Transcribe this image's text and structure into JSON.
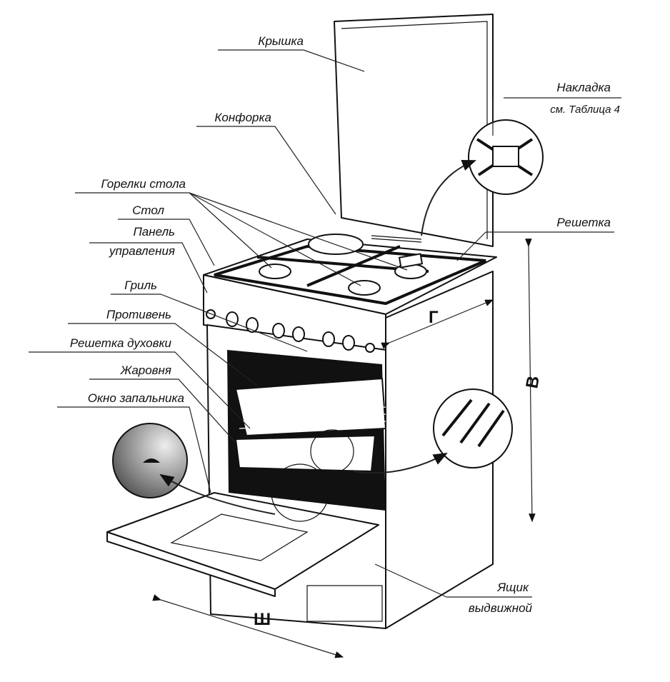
{
  "labels": {
    "lid": "Крышка",
    "trim": "Накладка",
    "trim_ref": "см. Таблица 4",
    "hotplate": "Конфорка",
    "burners": "Горелки стола",
    "table": "Стол",
    "panel_1": "Панель",
    "panel_2": "управления",
    "grate": "Решетка",
    "grill": "Гриль",
    "tray": "Противень",
    "oven_rack": "Решетка духовки",
    "roaster": "Жаровня",
    "igniter_window": "Окно запальника",
    "drawer_1": "Ящик",
    "drawer_2": "выдвижной"
  },
  "dimensions": {
    "height": "В",
    "depth": "Г",
    "width": "Ш"
  },
  "colors": {
    "line": "#111111",
    "oven_interior": "#111111"
  }
}
